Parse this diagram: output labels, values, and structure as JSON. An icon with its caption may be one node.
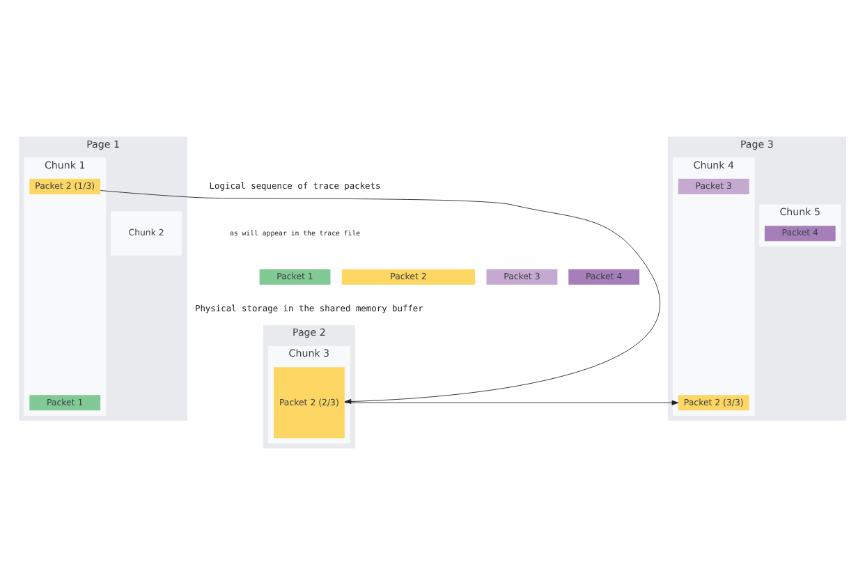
{
  "diagram": {
    "nodes": [
      {
        "text": [
          "Packet 1"
        ]
      },
      {
        "text": [
          "Packet 2"
        ]
      },
      {
        "text": [
          "Packet 3"
        ]
      },
      {
        "text": [
          "Packet 4"
        ]
      },
      {
        "text": [
          "Page 1"
        ]
      },
      {
        "text": [
          "Chunk 1"
        ],
        "in": 4
      },
      {
        "text": [
          "Packet 1"
        ],
        "in": 5
      },
      {
        "text": [
          "Packet 2 (1/3)"
        ],
        "in": 5
      },
      {
        "text": [
          "Chunk 2"
        ],
        "in": 4
      },
      {
        "text": [
          "Page 2"
        ]
      },
      {
        "text": [
          "Chunk 3"
        ],
        "in": 9
      },
      {
        "text": [
          "Packet 2 (2/3)"
        ],
        "in": 10
      },
      {
        "text": [
          "Page 3"
        ]
      },
      {
        "text": [
          "Chunk 4"
        ],
        "in": 12
      },
      {
        "text": [
          "Packet 2 (3/3)"
        ],
        "in": 13
      },
      {
        "text": [
          "Packet 3"
        ],
        "in": 13
      },
      {
        "text": [
          "Chunk 5"
        ],
        "in": 12
      },
      {
        "text": [
          "Packet 4"
        ],
        "in": 16
      }
    ],
    "edges": [
      {
        "from": 7,
        "to": 11,
        "arrow": "to"
      },
      {
        "from": 11,
        "to": 14,
        "arrow": "to"
      }
    ],
    "labels": [
      "Logical sequence of trace packets",
      "as will appear in the trace file",
      "Physical storage in the shared memory buffer"
    ]
  }
}
